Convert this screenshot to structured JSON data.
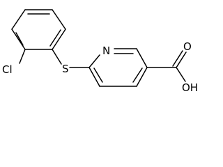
{
  "molecule": {
    "atoms": {
      "chlorine": "Cl",
      "sulfur": "S",
      "nitrogen": "N",
      "hydroxyl": "OH",
      "carbonyl_oxygen": "O"
    },
    "bond_color": "#000000",
    "background": "#ffffff"
  }
}
